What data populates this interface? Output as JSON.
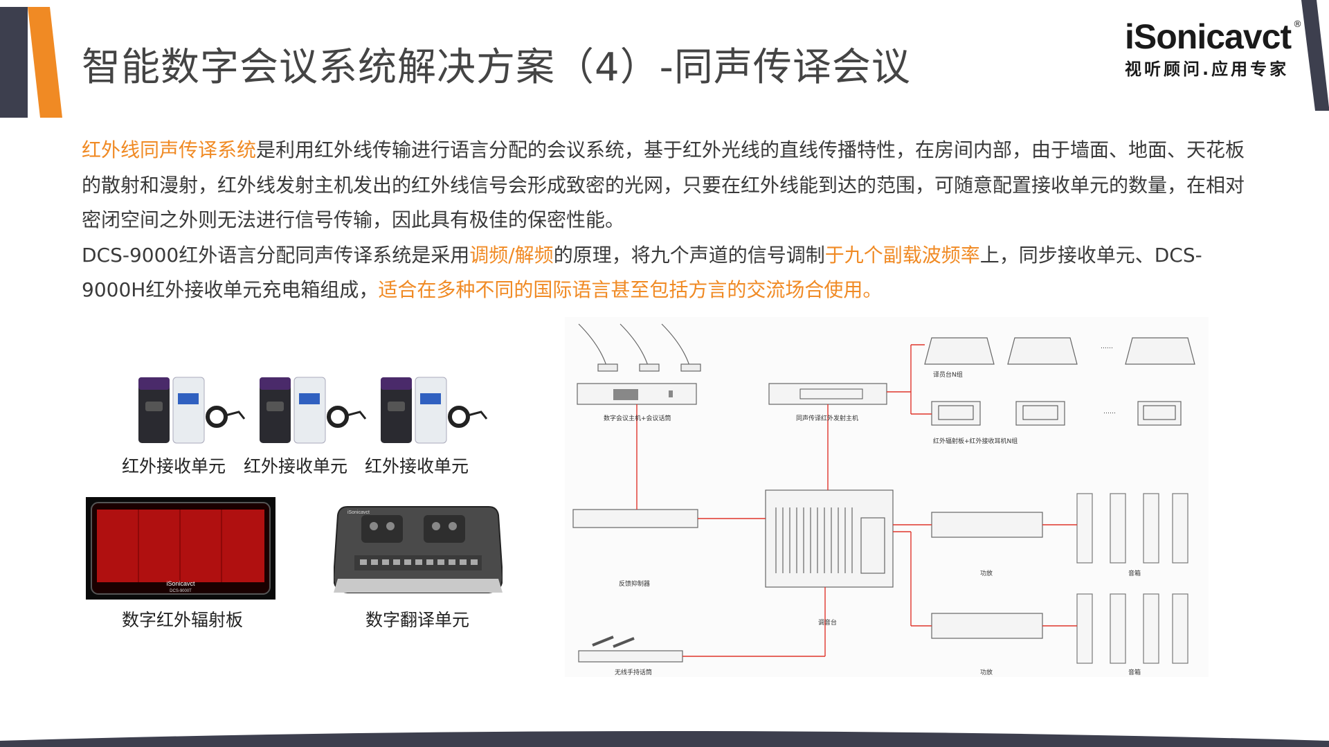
{
  "header": {
    "title": "智能数字会议系统解决方案（4）-同声传译会议",
    "logo_word": "iSonicavct",
    "logo_reg": "®",
    "logo_tagline": "视听顾问.应用专家"
  },
  "colors": {
    "accent": "#f08a24",
    "dark": "#3d3f4e",
    "line": "#e0342b"
  },
  "paragraph1": {
    "hl1": "红外线同声传译系统",
    "text1": "是利用红外线传输进行语言分配的会议系统，基于红外光线的直线传播特性，在房间内部，由于墙面、地面、天花板的散射和漫射，红外线发射主机发出的红外线信号会形成致密的光网，只要在红外线能到达的范围，可随意配置接收单元的数量，在相对密闭空间之外则无法进行信号传输，因此具有极佳的保密性能。"
  },
  "paragraph2": {
    "text1": "DCS-9000红外语言分配同声传译系统是采用",
    "hl1": "调频/解频",
    "text2": "的原理，将九个声道的信号调制",
    "hl2": "于九个副载波频率",
    "text3": "上，同步接收单元、DCS-9000H红外接收单元充电箱组成，",
    "hl3": "适合在多种不同的国际语言甚至包括方言的交流场合使用。"
  },
  "products": {
    "receiver_label_1": "红外接收单元",
    "receiver_label_2": "红外接收单元",
    "receiver_label_3": "红外接收单元",
    "radiator_label": "数字红外辐射板",
    "radiator_brand": "iSonicavct",
    "radiator_model": "DCS-9000T",
    "translator_label": "数字翻译单元",
    "translator_brand": "iSonicavct"
  },
  "diagram": {
    "labels": {
      "conference_host": "数字会议主机+会议话筒",
      "si_transmitter": "同声传译红外发射主机",
      "interpreter_desk": "译员台N组",
      "ir_radiator_receiver": "红外辐射板+红外接收耳机N组",
      "feedback_suppressor": "反馈抑制器",
      "mixer": "调音台",
      "amp_1": "功放",
      "amp_2": "功放",
      "speaker_1": "音箱",
      "speaker_2": "音箱",
      "wireless_mic": "无线手持话筒",
      "ellipsis_1": "……",
      "ellipsis_2": "……"
    }
  }
}
